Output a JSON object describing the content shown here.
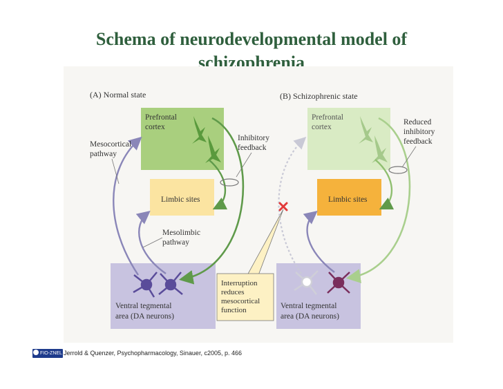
{
  "title": {
    "line1": "Schema of neurodevelopmental model of",
    "line2": "schizophrenia"
  },
  "panelA": {
    "heading": "(A) Normal state",
    "prefrontal": [
      "Prefrontal",
      "cortex"
    ],
    "inhibitory": [
      "Inhibitory",
      "feedback"
    ],
    "mesocortical": [
      "Mesocortical",
      "pathway"
    ],
    "limbic": "Limbic sites",
    "mesolimbic": [
      "Mesolimbic",
      "pathway"
    ],
    "vta": [
      "Ventral tegmental",
      "area (DA neurons)"
    ]
  },
  "callout": [
    "Interruption",
    "reduces",
    "mesocortical",
    "function"
  ],
  "panelB": {
    "heading": "(B) Schizophrenic state",
    "prefrontal": [
      "Prefrontal",
      "cortex"
    ],
    "reduced": [
      "Reduced",
      "inhibitory",
      "feedback"
    ],
    "limbic": "Limbic sites",
    "vta": [
      "Ventral tegmental",
      "area (DA neurons)"
    ]
  },
  "citation": "Jerrold & Quenzer, Psychopharmacology, Sinauer, c2005, p. 466",
  "logo": "FIO-ZNEL",
  "colors": {
    "title": "#2f5f3d",
    "prefrontalNormal": "#a9cf7e",
    "prefrontalReduced": "#d9ebc4",
    "limbicNormal": "#fbe4a1",
    "limbicElevated": "#f5b23c",
    "vta": "#c8c3e0",
    "mesocorticalArrow": "#8a86b8",
    "feedbackArrow": "#5f9a4a",
    "interruption": "#e23a3a"
  }
}
